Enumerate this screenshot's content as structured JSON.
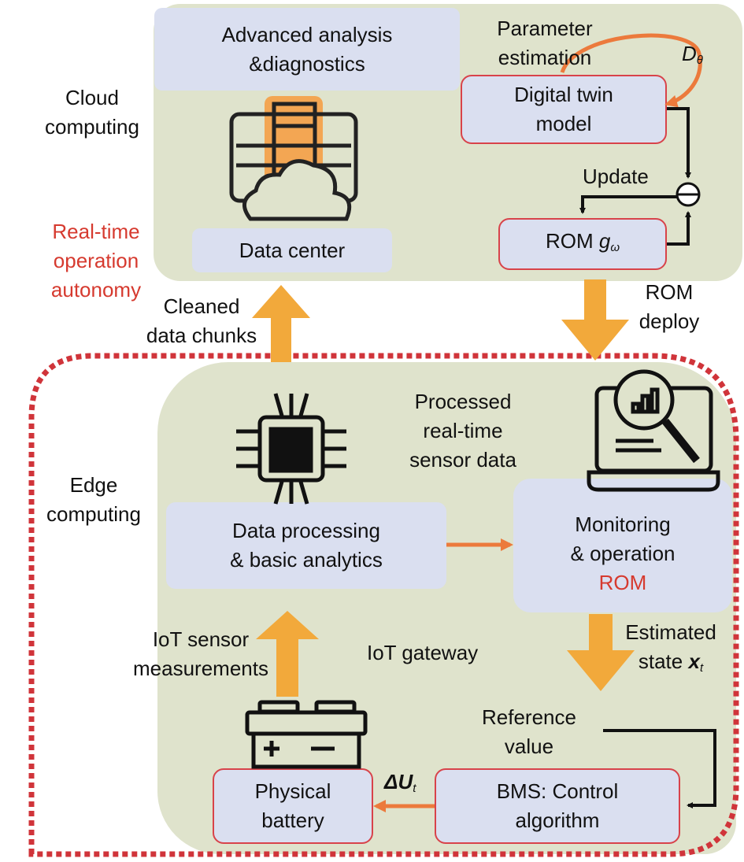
{
  "cloud": {
    "label_line1": "Cloud",
    "label_line2": "computing",
    "advanced_line1": "Advanced analysis",
    "advanced_line2": "&diagnostics",
    "data_center": "Data center",
    "icon": "data-center-cloud-server-icon",
    "param_line1": "Parameter",
    "param_line2": "estimation",
    "d_theta": "D",
    "d_theta_sub": "θ",
    "digital_twin_line1": "Digital twin",
    "digital_twin_line2": "model",
    "update": "Update",
    "rom_prefix": "ROM ",
    "rom_var": "g",
    "rom_sub": "ω",
    "comparator_icon": "summing-junction-icon"
  },
  "autonomy": {
    "line1": "Real-time",
    "line2": "operation",
    "line3": "autonomy"
  },
  "flows": {
    "cleaned_line1": "Cleaned",
    "cleaned_line2": "data chunks",
    "rom_deploy_line1": "ROM",
    "rom_deploy_line2": "deploy",
    "processed_line1": "Processed",
    "processed_line2": "real-time",
    "processed_line3": "sensor data",
    "iot_sensor_line1": "IoT sensor",
    "iot_sensor_line2": "measurements",
    "iot_gateway": "IoT gateway",
    "estimated_line1": "Estimated",
    "estimated_line2": "state ",
    "estimated_var": "x",
    "estimated_sub": "t",
    "reference_line1": "Reference",
    "reference_line2": "value",
    "delta_u": "ΔU",
    "delta_u_sub": "t"
  },
  "edge": {
    "label_line1": "Edge",
    "label_line2": "computing",
    "processing_line1": "Data processing",
    "processing_line2": "& basic analytics",
    "processor_icon": "processor-chip-icon",
    "monitoring_line1": "Monitoring",
    "monitoring_line2": "& operation",
    "monitoring_line3": "ROM",
    "monitoring_icon": "laptop-analytics-magnifier-icon",
    "battery_line1": "Physical",
    "battery_line2": "battery",
    "battery_icon": "battery-icon",
    "bms_line1": "BMS: Control",
    "bms_line2": "algorithm"
  },
  "colors": {
    "panel": "#dfe3cc",
    "box": "#dadff0",
    "red_border": "#d8434a",
    "orange_arrow": "#f2a93b",
    "orange_line": "#ec7a3c",
    "dotted_red": "#d0343a"
  }
}
